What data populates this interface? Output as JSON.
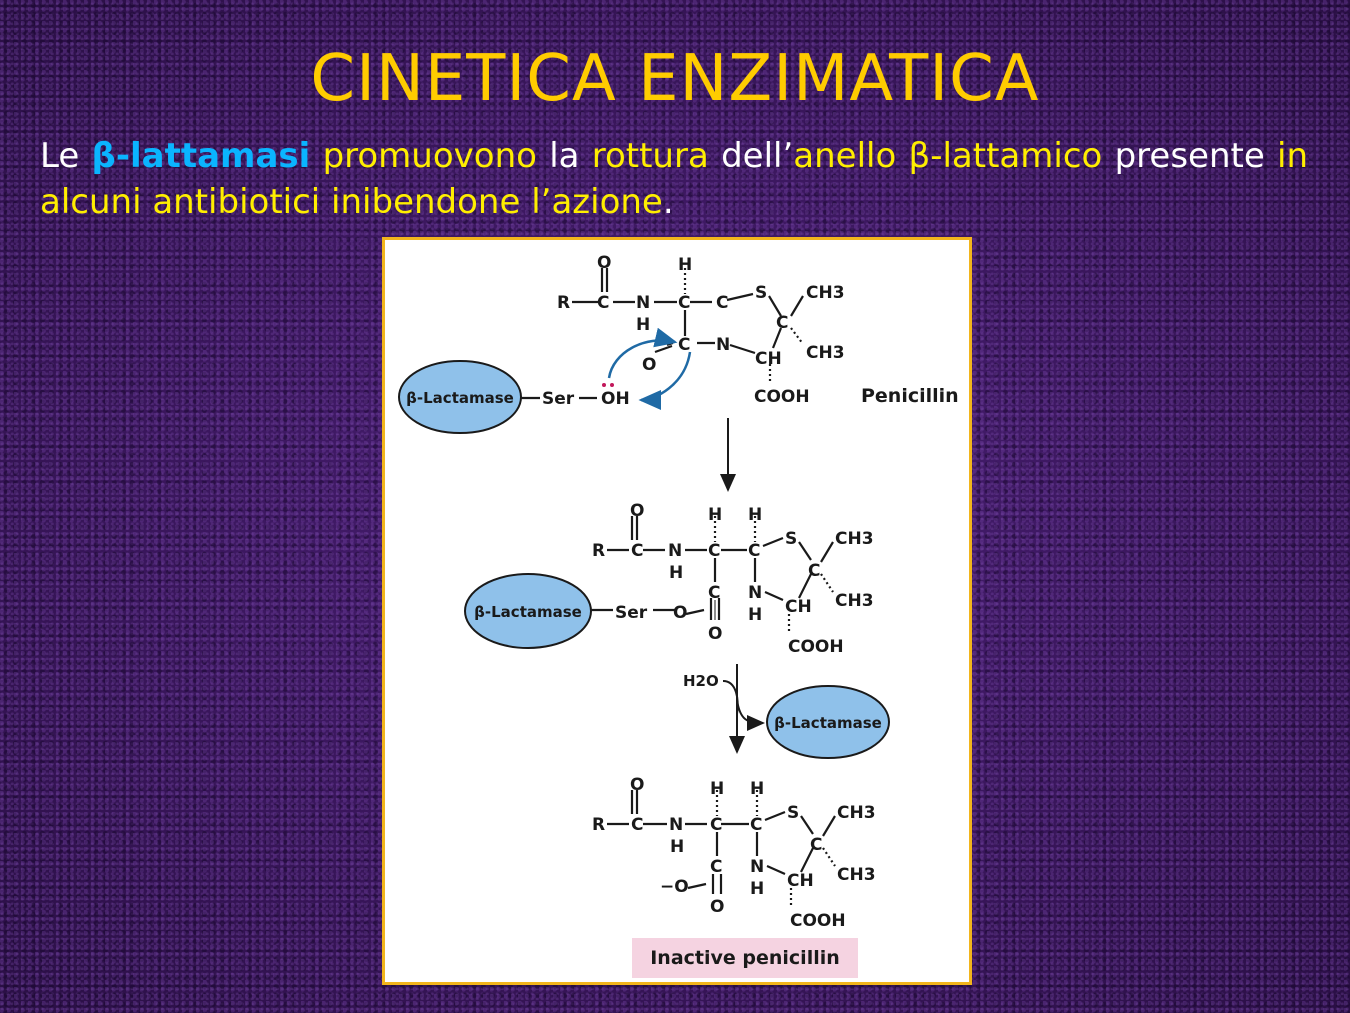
{
  "slide": {
    "title": "CINETICA ENZIMATICA",
    "text": {
      "le": "Le",
      "term": "β-lattamasi",
      "promote": "promuovono",
      "la": "la",
      "rottura": "rottura",
      "dell": "dell’",
      "anello": "anello β-lattamico",
      "presente": "presente",
      "antibiotici": "in alcuni antibiotici inibendone l’azione",
      "period": "."
    }
  },
  "figure": {
    "enzyme_label": "β-Lactamase",
    "penicillin_label": "Penicillin",
    "inactive_label": "Inactive penicillin",
    "water": "H2O",
    "atoms": {
      "R": "R",
      "C": "C",
      "N": "N",
      "H": "H",
      "O": "O",
      "S": "S",
      "CH": "CH",
      "CH3": "CH3",
      "COOH": "COOH",
      "Ser": "Ser",
      "OH": "OH",
      "O_minus": "−O"
    }
  },
  "colors": {
    "title": "#ffcc00",
    "highlight_yellow": "#ffee00",
    "term_blue": "#0ab4ff",
    "frame_border": "#f2b51c",
    "enzyme_fill": "#8fc1ea",
    "arrow_blue": "#1f6aa5",
    "inactive_box": "#f5d3e1"
  }
}
